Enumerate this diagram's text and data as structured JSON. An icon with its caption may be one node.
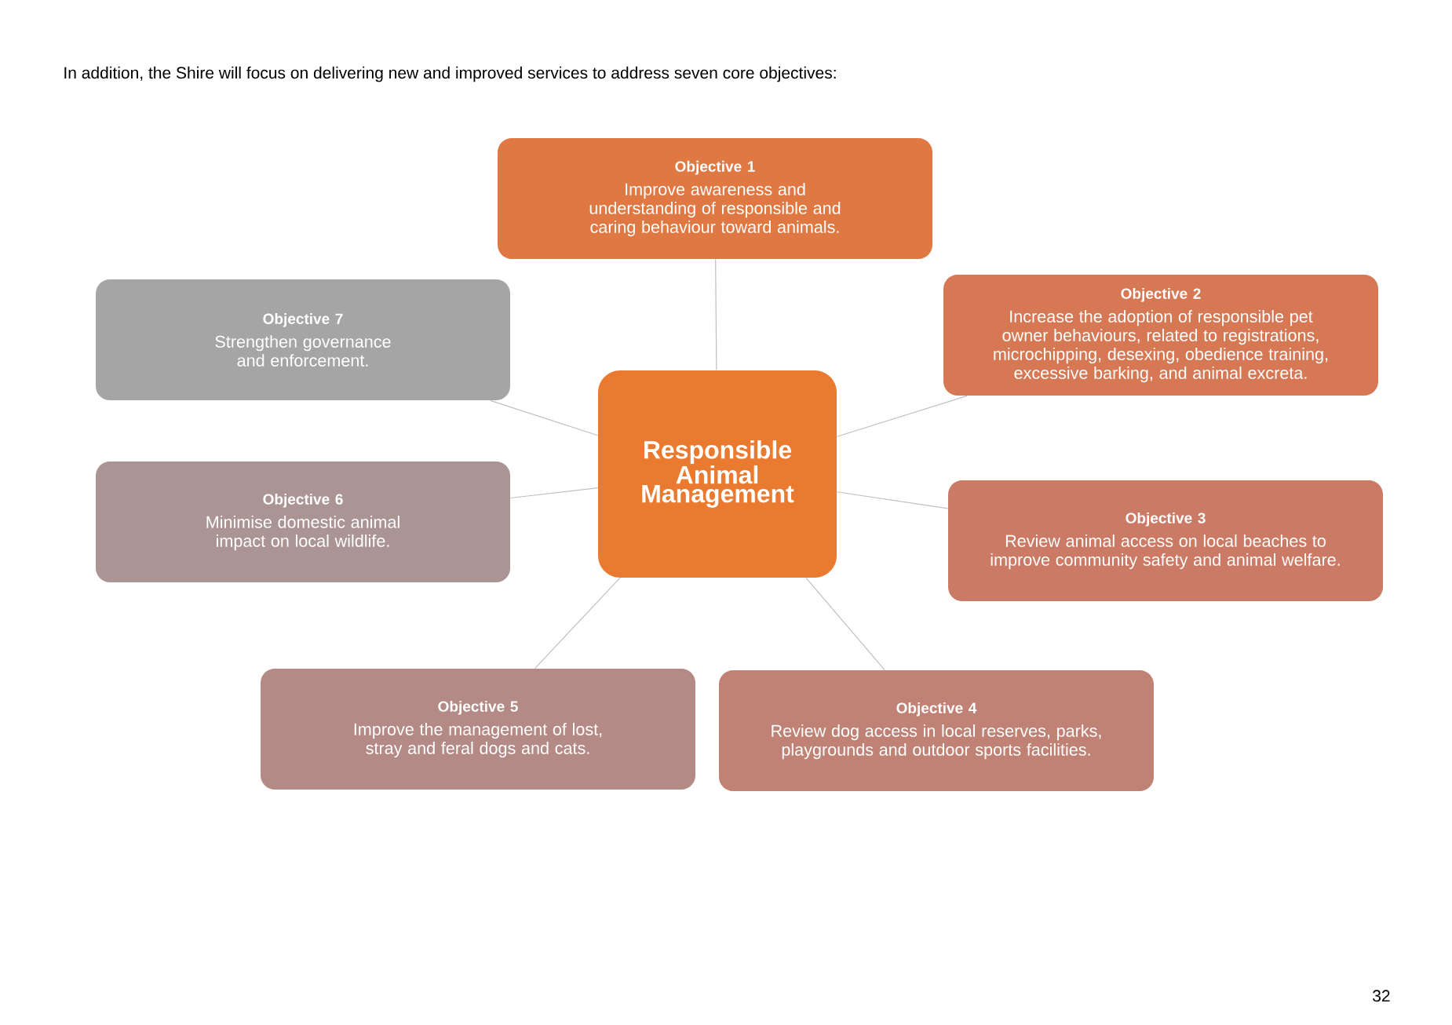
{
  "diagram": {
    "title": "In addition, the Shire will focus on delivering new and improved services to address seven core objectives:",
    "nodes": [
      {
        "text": [
          "Responsible Animal Management"
        ]
      },
      {
        "text": [
          "Objective 1",
          "Improve awareness and understanding of responsible and caring behaviour toward animals."
        ]
      },
      {
        "text": [
          "Objective 2",
          "Increase the adoption of responsible pet owner behaviours, related to registrations, microchipping, desexing, obedience training, excessive barking, and animal excreta."
        ]
      },
      {
        "text": [
          "Objective 3",
          "Review animal access on local beaches to improve community safety and animal welfare."
        ]
      },
      {
        "text": [
          "Objective 4",
          "Review dog access in local reserves, parks, playgrounds and outdoor sports facilities."
        ]
      },
      {
        "text": [
          "Objective 5",
          "Improve the management of lost, stray and feral dogs and cats."
        ]
      },
      {
        "text": [
          "Objective 6",
          "Minimise domestic animal impact on local wildlife."
        ]
      },
      {
        "text": [
          "Objective 7",
          "Strengthen governance and enforcement."
        ]
      }
    ],
    "edges": [
      {
        "from": 0,
        "to": 1,
        "arrow": "none"
      },
      {
        "from": 0,
        "to": 2,
        "arrow": "none"
      },
      {
        "from": 0,
        "to": 3,
        "arrow": "none"
      },
      {
        "from": 0,
        "to": 4,
        "arrow": "none"
      },
      {
        "from": 0,
        "to": 5,
        "arrow": "none"
      },
      {
        "from": 0,
        "to": 6,
        "arrow": "none"
      },
      {
        "from": 0,
        "to": 7,
        "arrow": "none"
      }
    ],
    "labels": [
      "32"
    ]
  }
}
